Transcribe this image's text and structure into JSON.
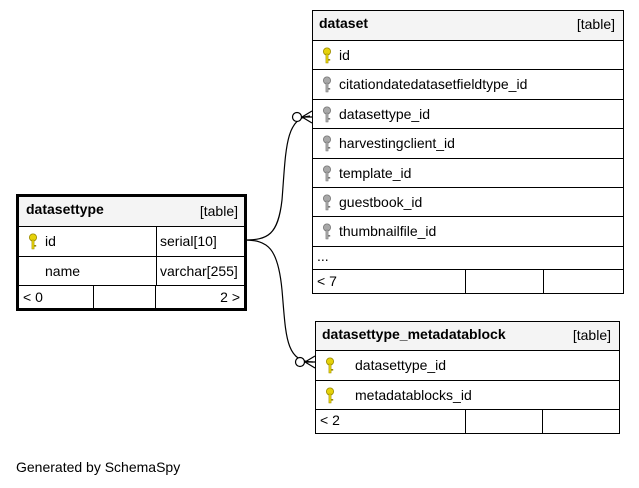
{
  "tables": {
    "dataset": {
      "name": "dataset",
      "kind": "[table]",
      "columns": [
        {
          "name": "id",
          "key": "primary"
        },
        {
          "name": "citationdatedatasetfieldtype_id",
          "key": "foreign"
        },
        {
          "name": "datasettype_id",
          "key": "foreign"
        },
        {
          "name": "harvestingclient_id",
          "key": "foreign"
        },
        {
          "name": "template_id",
          "key": "foreign"
        },
        {
          "name": "guestbook_id",
          "key": "foreign"
        },
        {
          "name": "thumbnailfile_id",
          "key": "foreign"
        }
      ],
      "more": "...",
      "parents": "< 7"
    },
    "datasettype": {
      "name": "datasettype",
      "kind": "[table]",
      "columns": [
        {
          "name": "id",
          "type": "serial[10]",
          "key": "primary"
        },
        {
          "name": "name",
          "type": "varchar[255]",
          "key": "none"
        }
      ],
      "parents": "< 0",
      "children": "2 >"
    },
    "datasettype_metadatablock": {
      "name": "datasettype_metadatablock",
      "kind": "[table]",
      "columns": [
        {
          "name": "datasettype_id",
          "key": "primary"
        },
        {
          "name": "metadatablocks_id",
          "key": "primary"
        }
      ],
      "parents": "< 2"
    }
  },
  "key_colors": {
    "primary": "#e6d20a",
    "foreign": "#a8a8a8"
  },
  "footer": "Generated by SchemaSpy"
}
